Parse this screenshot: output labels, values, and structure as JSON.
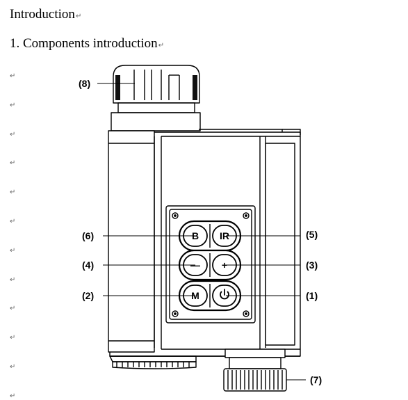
{
  "document": {
    "heading": "Introduction",
    "subheading": "1. Components introduction",
    "paragraph_mark": "↵"
  },
  "diagram": {
    "buttons": {
      "b": "B",
      "ir": "IR",
      "minus": "—",
      "plus": "+",
      "m": "M"
    },
    "icons": {
      "power": "power-icon"
    },
    "callouts": {
      "c1": "(1)",
      "c2": "(2)",
      "c3": "(3)",
      "c4": "(4)",
      "c5": "(5)",
      "c6": "(6)",
      "c7": "(7)",
      "c8": "(8)"
    }
  }
}
